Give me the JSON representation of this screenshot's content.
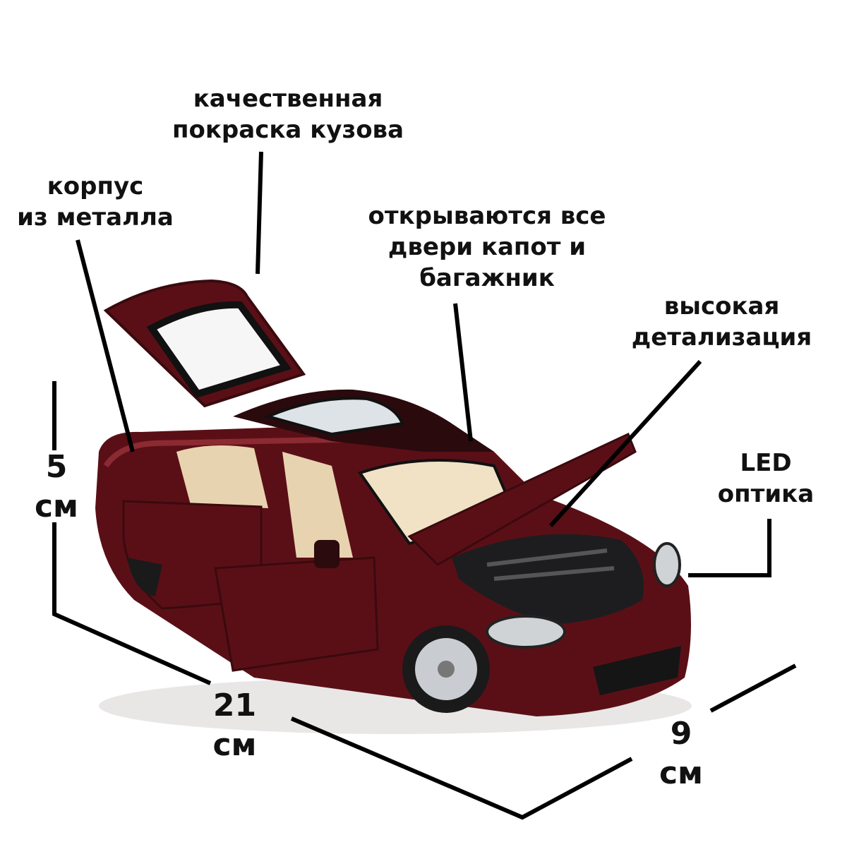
{
  "labels": {
    "paint": "качественная\nпокраска кузова",
    "body": "корпус\nиз металла",
    "doors": "открываются все\nдвери капот и\nбагажник",
    "detail": "высокая\nдетализация",
    "led": "LED\nоптика"
  },
  "dimensions": {
    "height_value": "5",
    "height_unit": "см",
    "length_value": "21",
    "length_unit": "см",
    "width_value": "9",
    "width_unit": "см"
  },
  "colors": {
    "car_body": "#5a0f16",
    "interior": "#e8d3b0",
    "line": "#000000"
  }
}
